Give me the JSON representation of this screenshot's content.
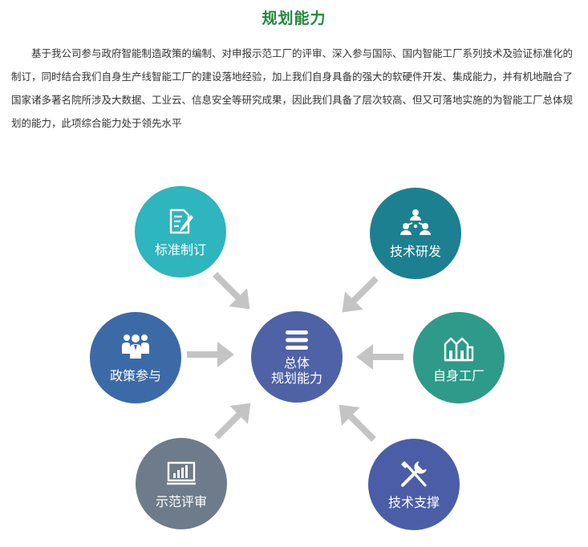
{
  "page": {
    "title": "规划能力",
    "intro": "基于我公司参与政府智能制造政策的编制、对申报示范工厂的评审、深入参与国际、国内智能工厂系列技术及验证标准化的制订，同时结合我们自身生产线智能工厂的建设落地经验，加上我们自身具备的强大的软硬件开发、集成能力，并有机地融合了国家诸多著名院所涉及大数据、工业云、信息安全等研究成果，因此我们具备了层次较高、但又可落地实施的为智能工厂总体规划的能力，此项综合能力处于领先水平"
  },
  "diagram": {
    "center": {
      "line1": "总体",
      "line2": "规划能力",
      "icon": "menu-lines-icon",
      "color": "#4f62a6"
    },
    "nodes": [
      {
        "id": "standards",
        "label": "标准制订",
        "icon": "document-edit-icon",
        "color": "#2fb5bd"
      },
      {
        "id": "rnd",
        "label": "技术研发",
        "icon": "team-network-icon",
        "color": "#1c8091"
      },
      {
        "id": "policy",
        "label": "政策参与",
        "icon": "group-people-icon",
        "color": "#3c6aa7"
      },
      {
        "id": "factory",
        "label": "自身工厂",
        "icon": "factory-icon",
        "color": "#2e9a8a"
      },
      {
        "id": "demo",
        "label": "示范评审",
        "icon": "chart-monitor-icon",
        "color": "#6e7b8a"
      },
      {
        "id": "support",
        "label": "技术支撑",
        "icon": "tools-icon",
        "color": "#4b5da6"
      }
    ],
    "arrow_color": "#c4c4c4"
  }
}
